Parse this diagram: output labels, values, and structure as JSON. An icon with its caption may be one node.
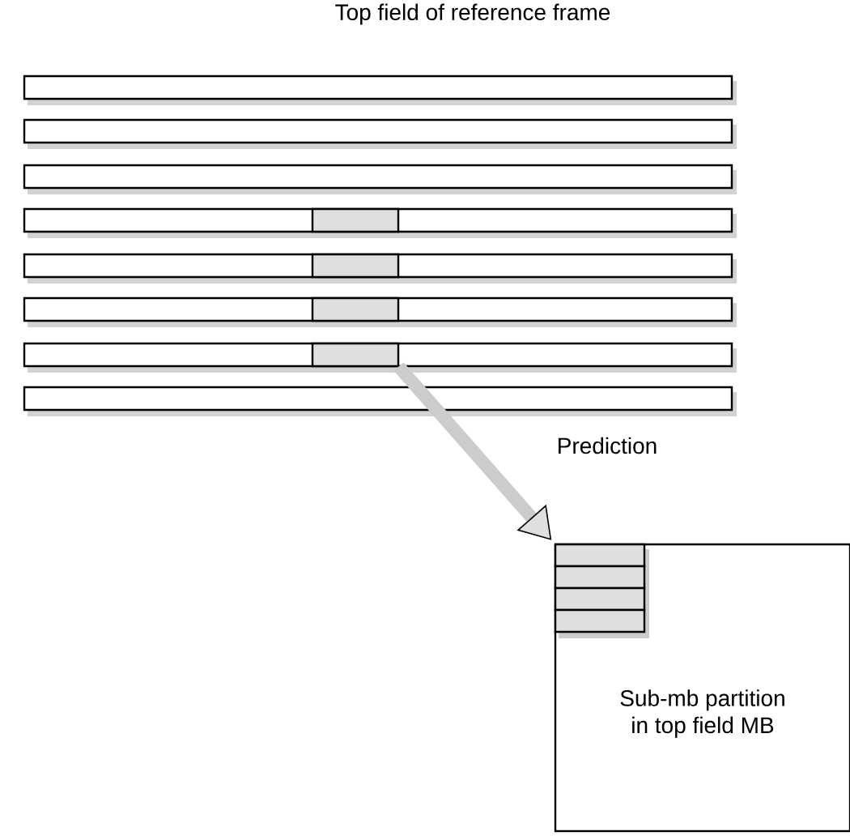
{
  "diagram": {
    "title": "Top field of reference frame",
    "nodes": [
      {
        "text": [],
        "shape": "box"
      },
      {
        "text": [
          "Sub-mb partition in top field MB"
        ]
      },
      {
        "text": [],
        "shape": "box",
        "in": 1
      }
    ],
    "edges": [
      {
        "from": 0,
        "to": 1,
        "arrow": "to",
        "label": "Prediction"
      }
    ]
  }
}
